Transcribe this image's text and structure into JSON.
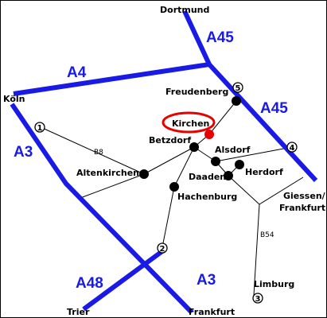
{
  "map": {
    "highways": {
      "a45_north": "A45",
      "a45_east": "A45",
      "a4": "A4",
      "a3_north": "A3",
      "a3_south": "A3",
      "a48": "A48"
    },
    "cities": {
      "dortmund": "Dortmund",
      "koeln": "Köln",
      "freudenberg": "Freudenberg",
      "kirchen": "Kirchen",
      "betzdorf": "Betzdorf",
      "alsdorf": "Alsdorf",
      "altenkirchen": "Altenkirchen",
      "daaden": "Daaden",
      "herdorf": "Herdorf",
      "hachenburg": "Hachenburg",
      "giessen": "Giessen/",
      "frankfurt_east": "Frankfurt",
      "limburg": "Limburg",
      "trier": "Trier",
      "frankfurt_south": "Frankfurt"
    },
    "roads": {
      "b8": "B8",
      "b54": "B54"
    },
    "exits": {
      "e1": "1",
      "e2": "2",
      "e3": "3",
      "e4": "4",
      "e5": "5"
    },
    "colors": {
      "highway": "#1a1ae6",
      "highlight": "#e60000",
      "road": "#000000"
    }
  }
}
